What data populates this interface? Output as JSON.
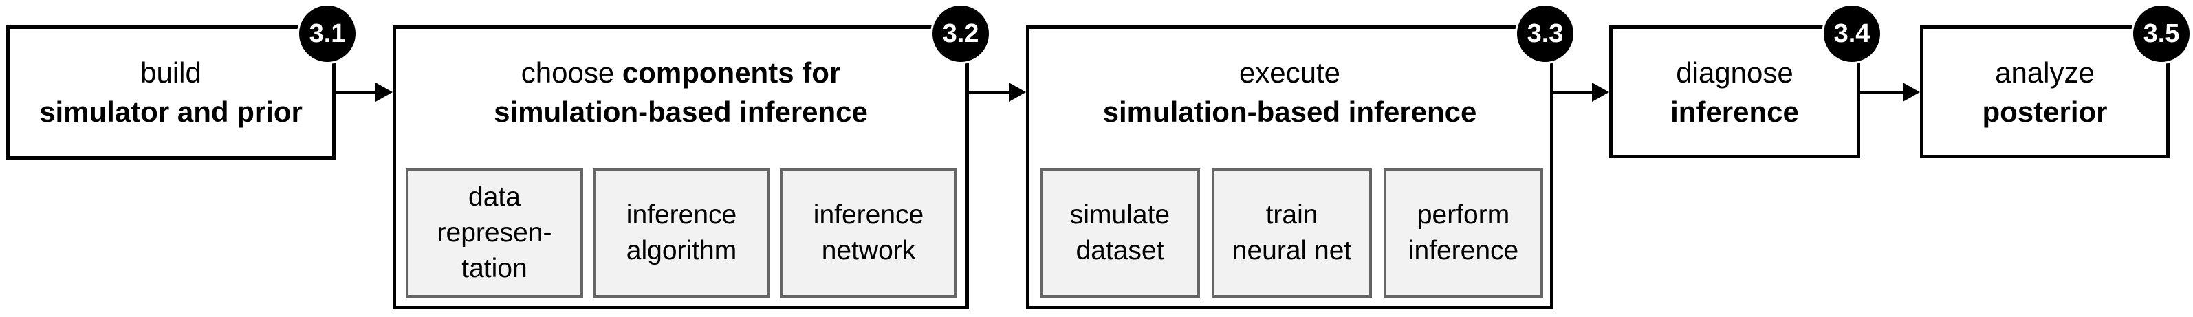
{
  "diagram": {
    "colors": {
      "badge_bg": "#000000",
      "badge_text": "#ffffff",
      "box_border": "#000000",
      "subbox_bg": "#f2f2f2",
      "subbox_border": "#666666",
      "background": "#ffffff"
    },
    "steps": [
      {
        "badge": "3.1",
        "l1_reg": "build",
        "l1_bold": "",
        "l2_reg": "",
        "l2_bold": "simulator and prior"
      },
      {
        "badge": "3.2",
        "l1_reg": "choose ",
        "l1_bold": "components for",
        "l2_reg": "",
        "l2_bold": "simulation-based inference",
        "sub_boxes": [
          {
            "label": "data\nrepresen-\ntation"
          },
          {
            "label": "inference\nalgorithm"
          },
          {
            "label": "inference\nnetwork"
          }
        ]
      },
      {
        "badge": "3.3",
        "l1_reg": "execute",
        "l1_bold": "",
        "l2_reg": "",
        "l2_bold": "simulation-based inference",
        "sub_boxes": [
          {
            "label": "simulate\ndataset"
          },
          {
            "label": "train\nneural net"
          },
          {
            "label": "perform\ninference"
          }
        ]
      },
      {
        "badge": "3.4",
        "l1_reg": "diagnose",
        "l1_bold": "",
        "l2_reg": "",
        "l2_bold": "inference"
      },
      {
        "badge": "3.5",
        "l1_reg": "analyze",
        "l1_bold": "",
        "l2_reg": "",
        "l2_bold": "posterior"
      }
    ]
  }
}
